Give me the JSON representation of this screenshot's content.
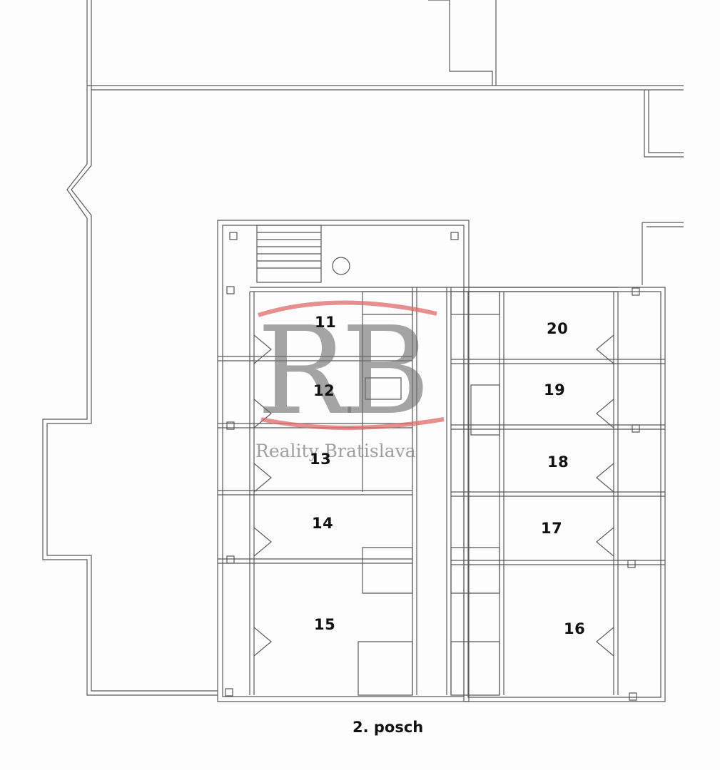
{
  "rooms": {
    "r11": "11",
    "r12": "12",
    "r13": "13",
    "r14": "14",
    "r15": "15",
    "r16": "16",
    "r17": "17",
    "r18": "18",
    "r19": "19",
    "r20": "20"
  },
  "floor_label": "2. posch",
  "watermark": {
    "letters": "RB",
    "text": "Reality Bratislava",
    "swoosh_color": "#e06a6a"
  },
  "colors": {
    "linework": "#555555",
    "label": "#111111"
  }
}
